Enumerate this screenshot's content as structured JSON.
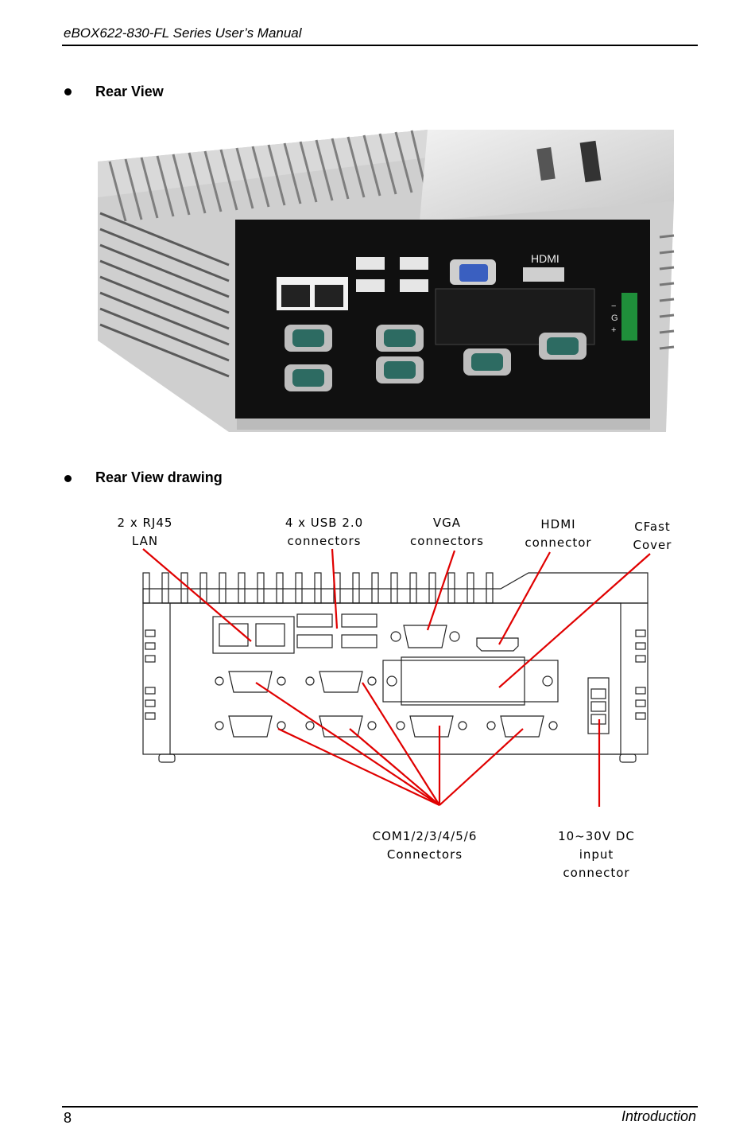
{
  "header": {
    "title": "eBOX622-830-FL Series User’s Manual"
  },
  "sections": {
    "rear_view": {
      "heading": "Rear View"
    },
    "rear_view_drawing": {
      "heading": "Rear View drawing"
    }
  },
  "photo": {
    "labels": {
      "hdmi": "HDMI",
      "terminal_minus": "−",
      "terminal_g": "G",
      "terminal_plus": "+"
    }
  },
  "drawing": {
    "labels": {
      "rj45_line1": "2 x RJ45",
      "rj45_line2": "LAN",
      "usb_line1": "4 x USB 2.0",
      "usb_line2": "connectors",
      "vga_line1": "VGA",
      "vga_line2": "connectors",
      "hdmi_line1": "HDMI",
      "hdmi_line2": "connector",
      "cfast_line1": "CFast",
      "cfast_line2": "Cover",
      "com_line1": "COM1/2/3/4/5/6",
      "com_line2": "Connectors",
      "dc_line1": "10~30V DC input",
      "dc_line2": "connector"
    },
    "callout_color": "#e00000"
  },
  "footer": {
    "page_number": "8",
    "section": "Introduction"
  }
}
